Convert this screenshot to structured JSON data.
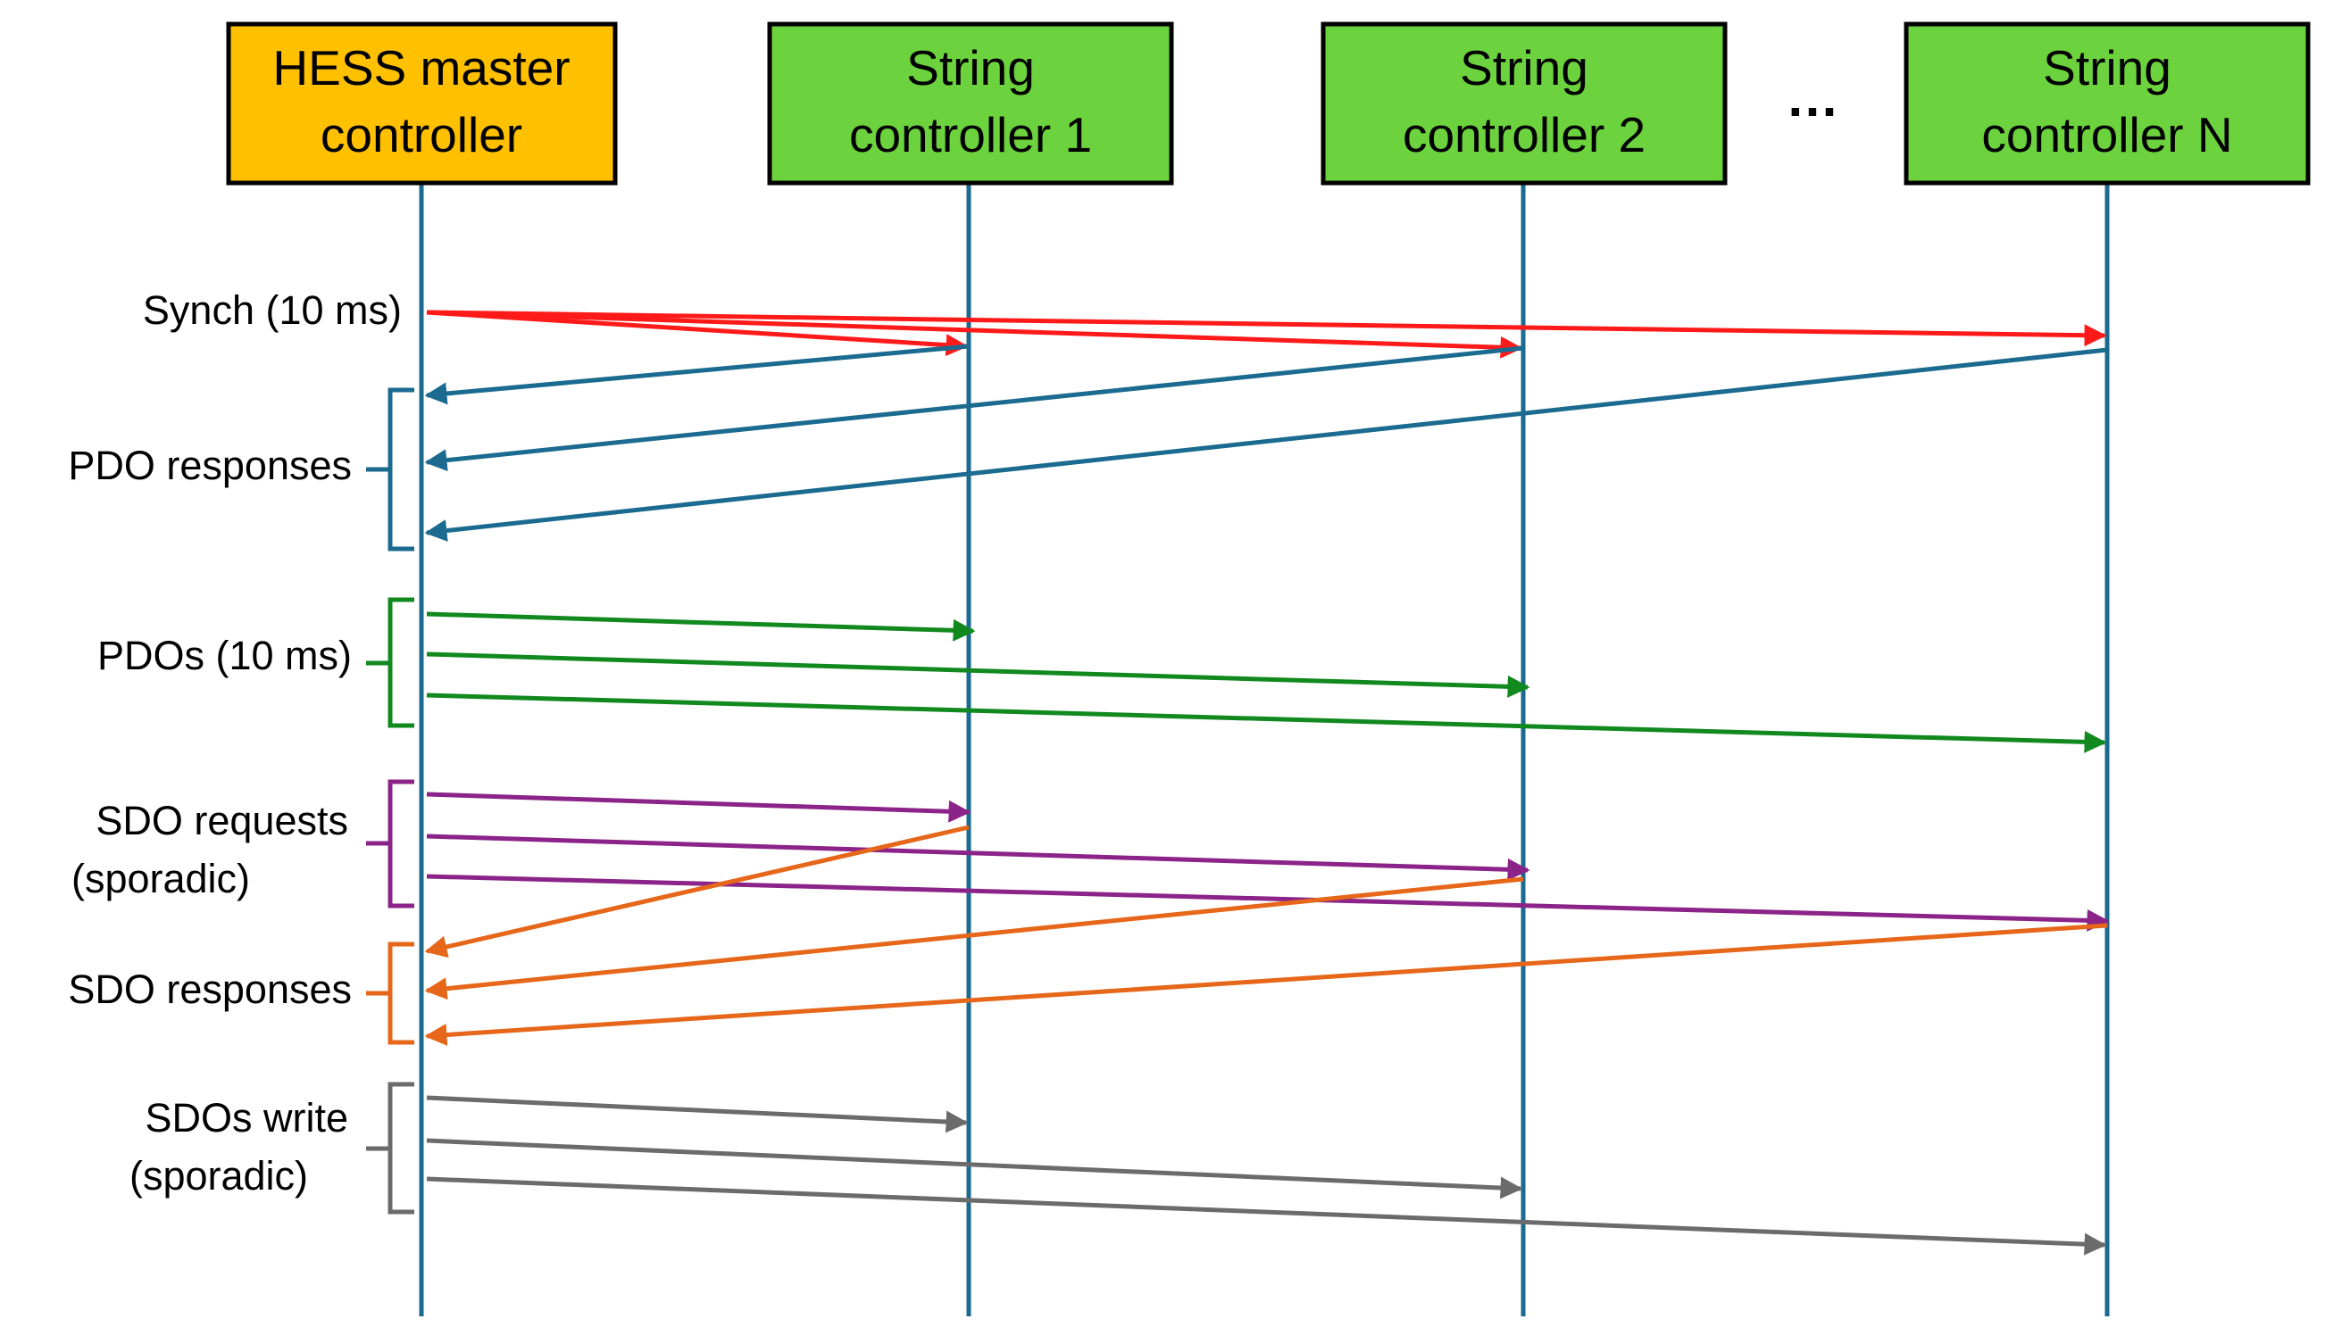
{
  "colors": {
    "master_fill": "#FFC000",
    "string_fill": "#6CD23D",
    "box_border": "#000000",
    "lifeline": "#1B6A8F",
    "synch": "#FF1A1A",
    "pdo_response": "#1B6A8F",
    "pdo": "#12891F",
    "sdo_request": "#8B2388",
    "sdo_response": "#E6661A",
    "sdo_write": "#6B6B6B"
  },
  "nodes": [
    {
      "line1": "HESS master",
      "line2": "controller",
      "kind": "master"
    },
    {
      "line1": "String",
      "line2": "controller 1",
      "kind": "string"
    },
    {
      "line1": "String",
      "line2": "controller 2",
      "kind": "string"
    },
    {
      "line1": "String",
      "line2": "controller N",
      "kind": "string"
    }
  ],
  "ellipsis": "…",
  "groups": [
    {
      "line1": "Synch (10 ms)",
      "line2": "",
      "color": "synch",
      "bracket": false
    },
    {
      "line1": "PDO responses",
      "line2": "",
      "color": "pdo_response",
      "bracket": true
    },
    {
      "line1": "PDOs (10 ms)",
      "line2": "",
      "color": "pdo",
      "bracket": true
    },
    {
      "line1": "SDO requests",
      "line2": "(sporadic)",
      "color": "sdo_request",
      "bracket": true
    },
    {
      "line1": "SDO responses",
      "line2": "",
      "color": "sdo_response",
      "bracket": true
    },
    {
      "line1": "SDOs write",
      "line2": "(sporadic)",
      "color": "sdo_write",
      "bracket": true
    }
  ],
  "messages": [
    {
      "group": 0,
      "from": 0,
      "to": 1
    },
    {
      "group": 0,
      "from": 0,
      "to": 2
    },
    {
      "group": 0,
      "from": 0,
      "to": 3
    },
    {
      "group": 1,
      "from": 1,
      "to": 0
    },
    {
      "group": 1,
      "from": 2,
      "to": 0
    },
    {
      "group": 1,
      "from": 3,
      "to": 0
    },
    {
      "group": 2,
      "from": 0,
      "to": 1
    },
    {
      "group": 2,
      "from": 0,
      "to": 2
    },
    {
      "group": 2,
      "from": 0,
      "to": 3
    },
    {
      "group": 3,
      "from": 0,
      "to": 1
    },
    {
      "group": 3,
      "from": 0,
      "to": 2
    },
    {
      "group": 3,
      "from": 0,
      "to": 3
    },
    {
      "group": 4,
      "from": 1,
      "to": 0
    },
    {
      "group": 4,
      "from": 2,
      "to": 0
    },
    {
      "group": 4,
      "from": 3,
      "to": 0
    },
    {
      "group": 5,
      "from": 0,
      "to": 1
    },
    {
      "group": 5,
      "from": 0,
      "to": 2
    },
    {
      "group": 5,
      "from": 0,
      "to": 3
    }
  ]
}
